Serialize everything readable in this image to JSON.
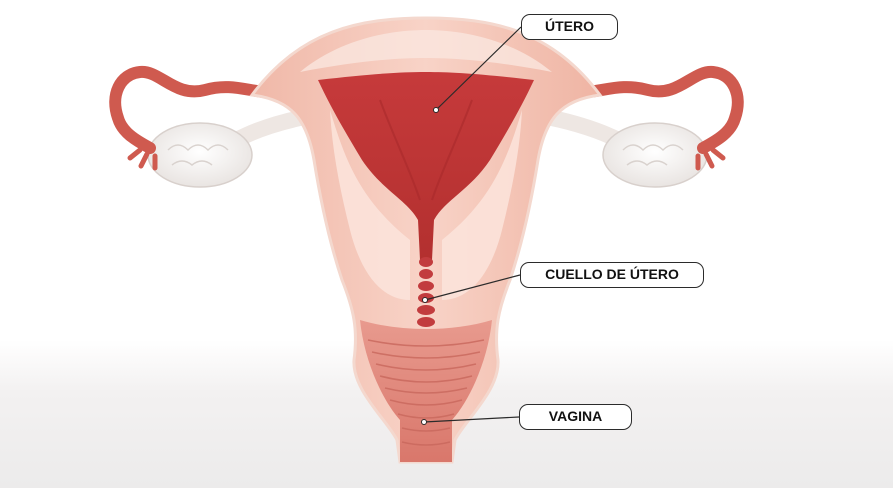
{
  "labels": {
    "utero": "ÚTERO",
    "cuello": "CUELLO DE ÚTERO",
    "vagina": "VAGINA"
  },
  "colors": {
    "background": "#ffffff",
    "tissue": "#f4c4b6",
    "muscle": "#f6d6cd",
    "cavity": "#c23c3e",
    "tube": "#cf5a4f",
    "ovary": "#f2f0ee",
    "leader": "#2b2b2b"
  }
}
